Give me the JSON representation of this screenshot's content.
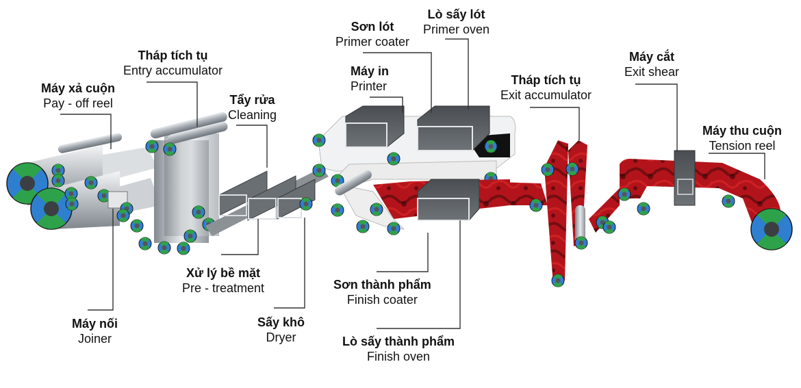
{
  "diagram": {
    "title": "",
    "colors": {
      "strip_white": "#f2f2f2",
      "strip_red": "#b0141a",
      "roller_steel": "#9aa0a6",
      "oven_gray": "#5f6368",
      "hub_blue": "#2f7fd0",
      "hub_green": "#2ea24a",
      "leader_line": "#333333"
    },
    "labels": [
      {
        "id": "payoff",
        "vi": "Máy xả cuộn",
        "en": "Pay - off reel"
      },
      {
        "id": "entry-acc",
        "vi": "Tháp tích tụ",
        "en": "Entry accumulator"
      },
      {
        "id": "cleaning",
        "vi": "Tẩy rửa",
        "en": "Cleaning"
      },
      {
        "id": "primer-coater",
        "vi": "Sơn lót",
        "en": "Primer coater"
      },
      {
        "id": "primer-oven",
        "vi": "Lò sấy lót",
        "en": "Primer oven"
      },
      {
        "id": "printer",
        "vi": "Máy in",
        "en": "Printer"
      },
      {
        "id": "exit-acc",
        "vi": "Tháp tích tụ",
        "en": "Exit accumulator"
      },
      {
        "id": "exit-shear",
        "vi": "Máy cắt",
        "en": "Exit shear"
      },
      {
        "id": "tension-reel",
        "vi": "Máy thu cuộn",
        "en": "Tension reel"
      },
      {
        "id": "joiner",
        "vi": "Máy nối",
        "en": "Joiner"
      },
      {
        "id": "pretreatment",
        "vi": "Xử lý bề mặt",
        "en": "Pre - treatment"
      },
      {
        "id": "dryer",
        "vi": "Sấy khô",
        "en": "Dryer"
      },
      {
        "id": "finish-coater",
        "vi": "Sơn thành phẩm",
        "en": "Finish coater"
      },
      {
        "id": "finish-oven",
        "vi": "Lò sấy thành phẩm",
        "en": "Finish oven"
      }
    ]
  }
}
